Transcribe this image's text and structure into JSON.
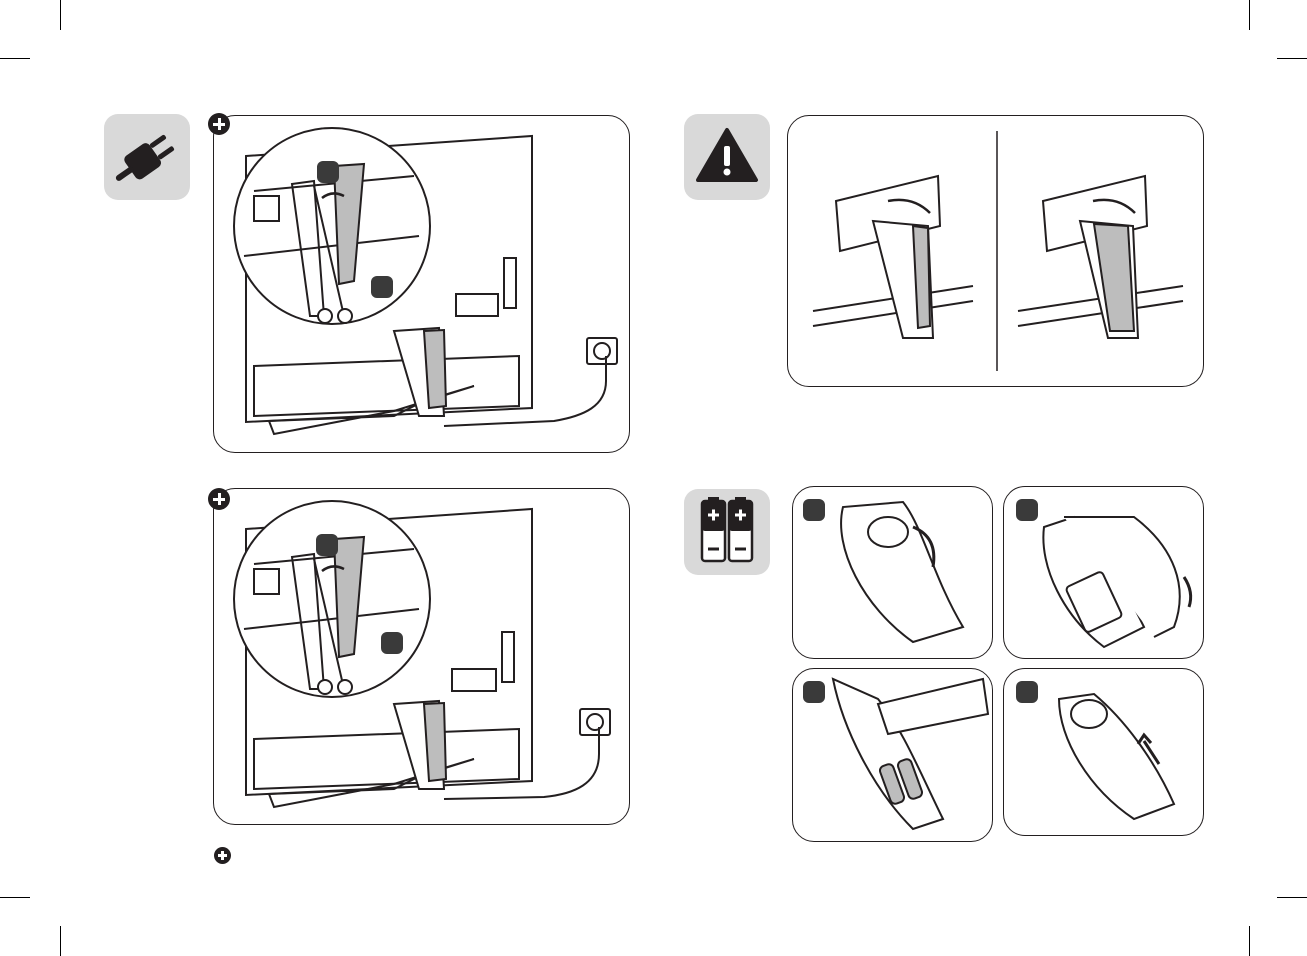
{
  "page": {
    "sections": [
      {
        "id": "power",
        "icon": "power-plug-icon",
        "has_note_marker": true
      },
      {
        "id": "caution",
        "icon": "warning-triangle-icon"
      },
      {
        "id": "batteries",
        "icon": "batteries-icon",
        "steps": 4
      }
    ],
    "note_marker": "plus-note-icon"
  },
  "colors": {
    "line": "#231f20",
    "tile": "#d9d9d9",
    "stand_fill": "#bdbdbd",
    "step_badge": "#3a3a3a"
  }
}
